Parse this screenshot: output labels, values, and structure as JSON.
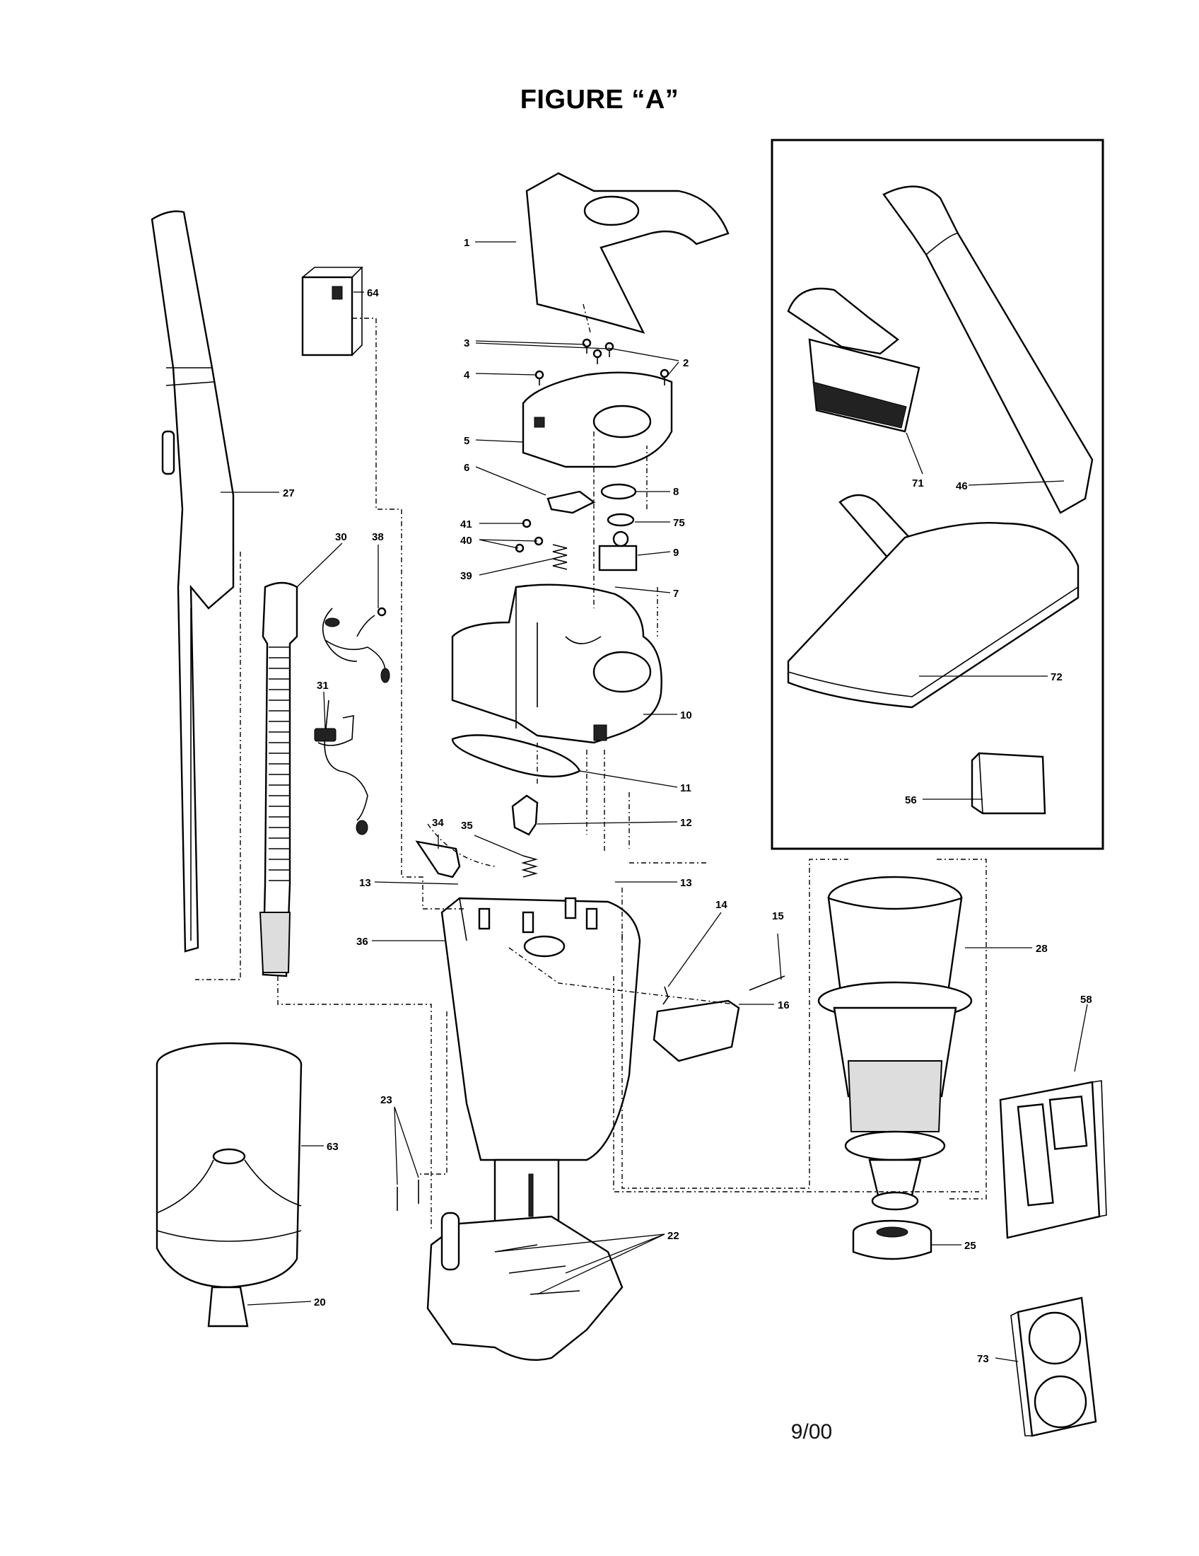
{
  "title": "FIGURE “A”",
  "footer_date": "9/00",
  "callouts": {
    "p1": "1",
    "p2": "2",
    "p3": "3",
    "p4": "4",
    "p5": "5",
    "p6": "6",
    "p8": "8",
    "p75": "75",
    "p9": "9",
    "p7": "7",
    "p41": "41",
    "p40": "40",
    "p39": "39",
    "p10": "10",
    "p11": "11",
    "p12": "12",
    "p34": "34",
    "p35": "35",
    "p13a": "13",
    "p13b": "13",
    "p36": "36",
    "p14": "14",
    "p15": "15",
    "p16": "16",
    "p28": "28",
    "p58": "58",
    "p23": "23",
    "p22": "22",
    "p25": "25",
    "p63": "63",
    "p20": "20",
    "p27": "27",
    "p30": "30",
    "p38": "38",
    "p31": "31",
    "p64": "64",
    "p71": "71",
    "p46": "46",
    "p72": "72",
    "p56": "56",
    "p73": "73"
  },
  "icons": [
    "handle-icon",
    "hose-icon",
    "cord-icon",
    "filter-icon",
    "brush-icon",
    "crevice-tool-icon",
    "floor-tool-icon",
    "canister-icon",
    "manual-icon",
    "filter-pack-icon"
  ]
}
